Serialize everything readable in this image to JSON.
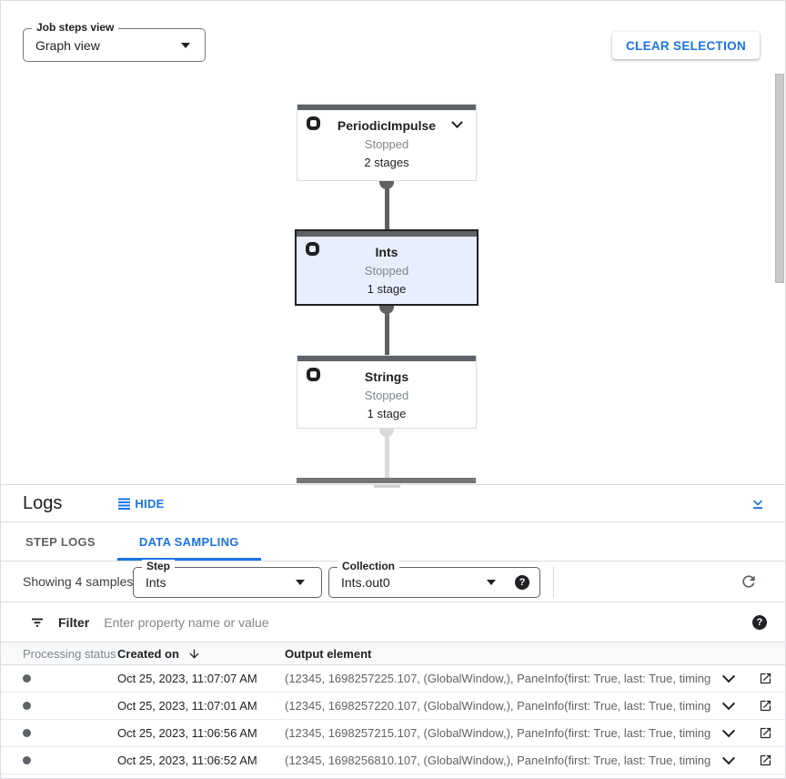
{
  "toolbar": {
    "view_select": {
      "label": "Job steps view",
      "value": "Graph view"
    },
    "clear_selection_label": "CLEAR SELECTION"
  },
  "graph": {
    "nodes": [
      {
        "name": "PeriodicImpulse",
        "status": "Stopped",
        "stages": "2 stages"
      },
      {
        "name": "Ints",
        "status": "Stopped",
        "stages": "1 stage"
      },
      {
        "name": "Strings",
        "status": "Stopped",
        "stages": "1 stage"
      }
    ]
  },
  "logs": {
    "title": "Logs",
    "hide_label": "HIDE",
    "tabs": [
      {
        "label": "STEP LOGS"
      },
      {
        "label": "DATA SAMPLING"
      }
    ],
    "sampling": {
      "showing": "Showing 4 samples",
      "step_label": "Step",
      "step_value": "Ints",
      "collection_label": "Collection",
      "collection_value": "Ints.out0",
      "help_glyph": "?"
    },
    "filter": {
      "label": "Filter",
      "placeholder": "Enter property name or value",
      "help_glyph": "?"
    },
    "table": {
      "headers": {
        "status": "Processing status",
        "created": "Created on",
        "output": "Output element"
      },
      "rows": [
        {
          "created_on": "Oct 25, 2023, 11:07:07 AM",
          "output_element": "(12345, 1698257225.107, (GlobalWindow,), PaneInfo(first: True, last: True, timing…"
        },
        {
          "created_on": "Oct 25, 2023, 11:07:01 AM",
          "output_element": "(12345, 1698257220.107, (GlobalWindow,), PaneInfo(first: True, last: True, timing…"
        },
        {
          "created_on": "Oct 25, 2023, 11:06:56 AM",
          "output_element": "(12345, 1698257215.107, (GlobalWindow,), PaneInfo(first: True, last: True, timing…"
        },
        {
          "created_on": "Oct 25, 2023, 11:06:52 AM",
          "output_element": "(12345, 1698256810.107, (GlobalWindow,), PaneInfo(first: True, last: True, timing…"
        }
      ]
    }
  },
  "colors": {
    "accent_blue": "#1a73e8",
    "selected_node_bg": "#e8eefb",
    "node_top_bar": "#5f6368",
    "status_text": "#80868b",
    "table_header_bg": "#f8f9fa"
  }
}
